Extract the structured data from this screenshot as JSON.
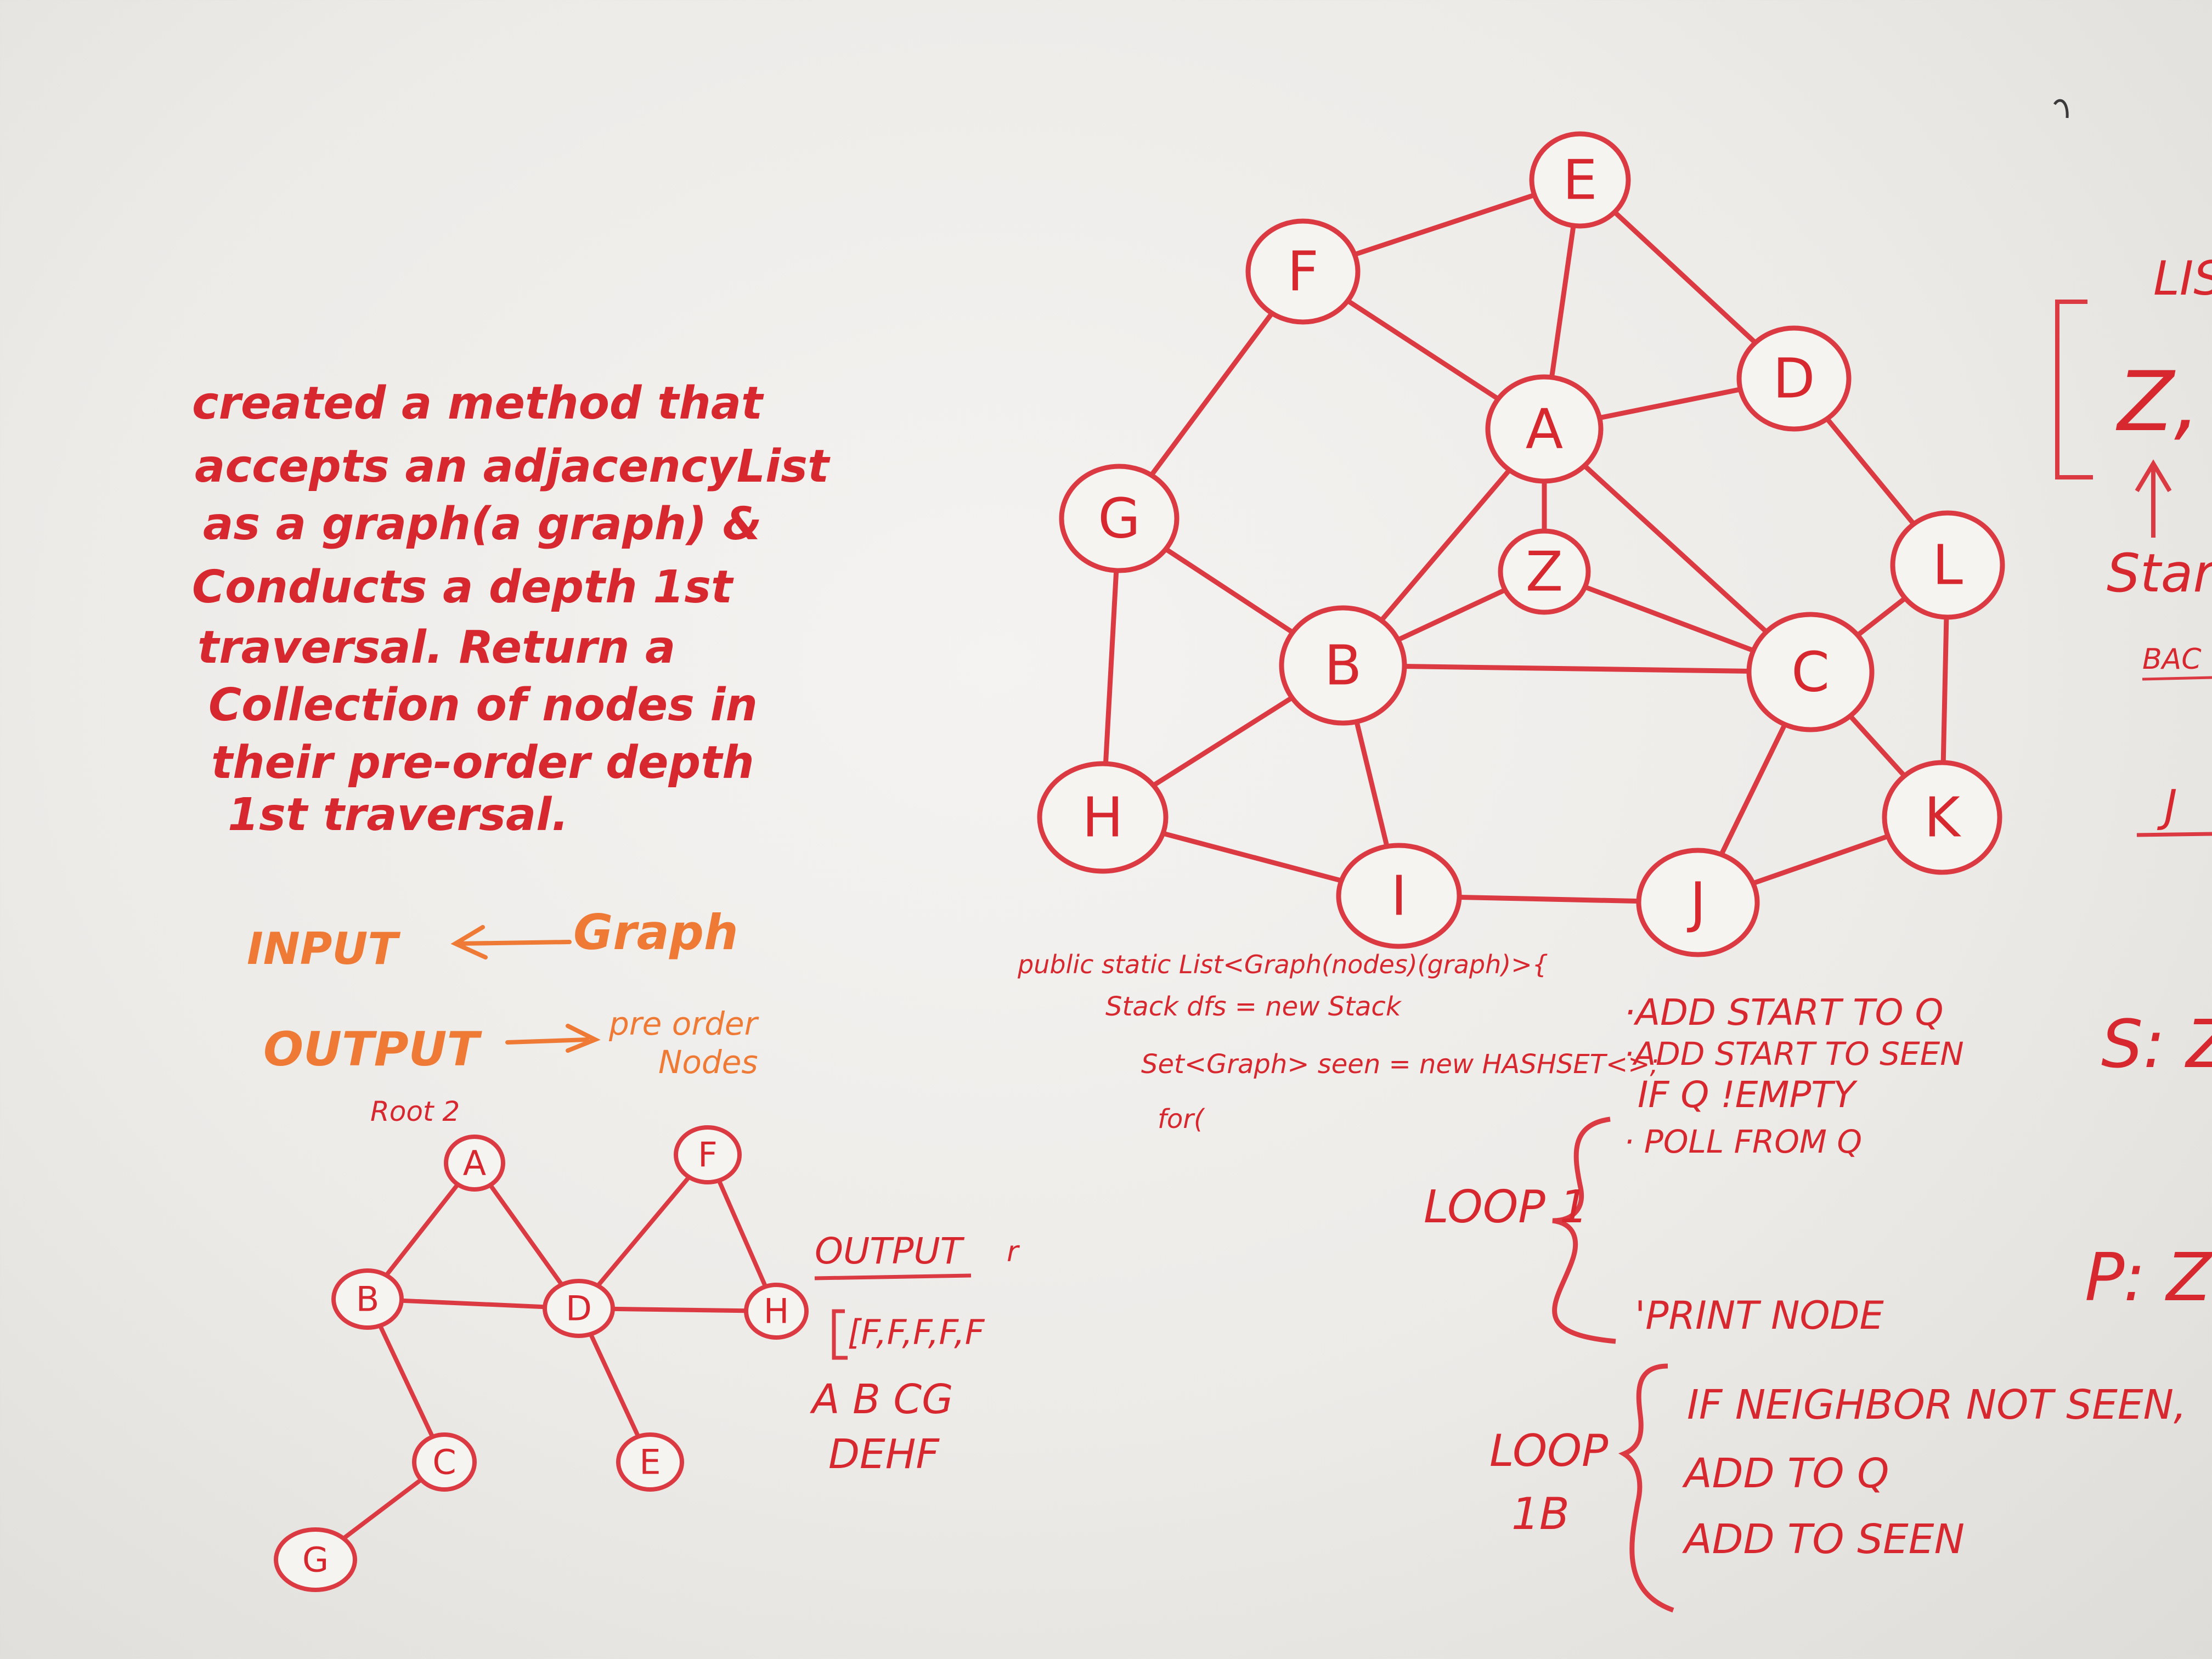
{
  "description_block": {
    "lines": [
      "created a method that",
      "accepts an adjacencyList",
      "as a graph(a graph) &",
      "Conducts a depth 1st",
      "traversal. Return a",
      "Collection of nodes in",
      "their pre-order depth",
      "1st traversal."
    ]
  },
  "io": {
    "input_label": "INPUT",
    "input_value": "Graph",
    "output_label": "OUTPUT",
    "output_value_line1": "pre order",
    "output_value_line2": "Nodes"
  },
  "big_graph": {
    "nodes": [
      "E",
      "F",
      "D",
      "A",
      "G",
      "Z",
      "L",
      "B",
      "C",
      "H",
      "K",
      "I",
      "J"
    ],
    "edges": [
      [
        "F",
        "E"
      ],
      [
        "E",
        "D"
      ],
      [
        "E",
        "A"
      ],
      [
        "F",
        "A"
      ],
      [
        "A",
        "D"
      ],
      [
        "A",
        "Z"
      ],
      [
        "A",
        "B"
      ],
      [
        "A",
        "C"
      ],
      [
        "F",
        "G"
      ],
      [
        "G",
        "B"
      ],
      [
        "G",
        "H"
      ],
      [
        "Z",
        "B"
      ],
      [
        "Z",
        "C"
      ],
      [
        "B",
        "C"
      ],
      [
        "B",
        "H"
      ],
      [
        "B",
        "I"
      ],
      [
        "D",
        "L"
      ],
      [
        "L",
        "C"
      ],
      [
        "L",
        "K"
      ],
      [
        "C",
        "K"
      ],
      [
        "C",
        "J"
      ],
      [
        "H",
        "I"
      ],
      [
        "I",
        "J"
      ],
      [
        "J",
        "K"
      ]
    ]
  },
  "small_graph": {
    "root_note": "Root 2",
    "nodes": [
      "A",
      "F",
      "B",
      "D",
      "H",
      "C",
      "E",
      "G"
    ],
    "edges": [
      [
        "A",
        "B"
      ],
      [
        "A",
        "D"
      ],
      [
        "B",
        "D"
      ],
      [
        "D",
        "F"
      ],
      [
        "F",
        "H"
      ],
      [
        "D",
        "H"
      ],
      [
        "B",
        "C"
      ],
      [
        "C",
        "G"
      ],
      [
        "D",
        "E"
      ]
    ]
  },
  "output_note": {
    "label": "OUTPUT",
    "extra": "r",
    "line1": "[F,F,F,F,F",
    "line2": "A B CG",
    "line3": "DEHF"
  },
  "code": {
    "lines": [
      "public static List<Graph(nodes)(graph)>{",
      "Stack dfs = new Stack",
      "Set<Graph> seen = new HASHSET<>;",
      "for("
    ]
  },
  "steps": {
    "items": [
      "·ADD START TO Q",
      "·ADD START TO SEEN",
      "IF Q !EMPTY",
      "· POLL FROM Q"
    ],
    "print_node": "'PRINT NODE",
    "neighbor_steps": [
      "IF NEIGHBOR NOT SEEN,",
      "ADD TO Q",
      "ADD TO SEEN"
    ]
  },
  "loops": {
    "loop1": "LOOP 1",
    "loop1b_line1": "LOOP",
    "loop1b_line2": "1B"
  },
  "right_edge": {
    "list_label": "LIS",
    "list_content": "Z,",
    "start_label": "Star",
    "back_label": "BAC",
    "j_label": "J",
    "s_label": "S: Z",
    "p_label": "P: Z"
  }
}
